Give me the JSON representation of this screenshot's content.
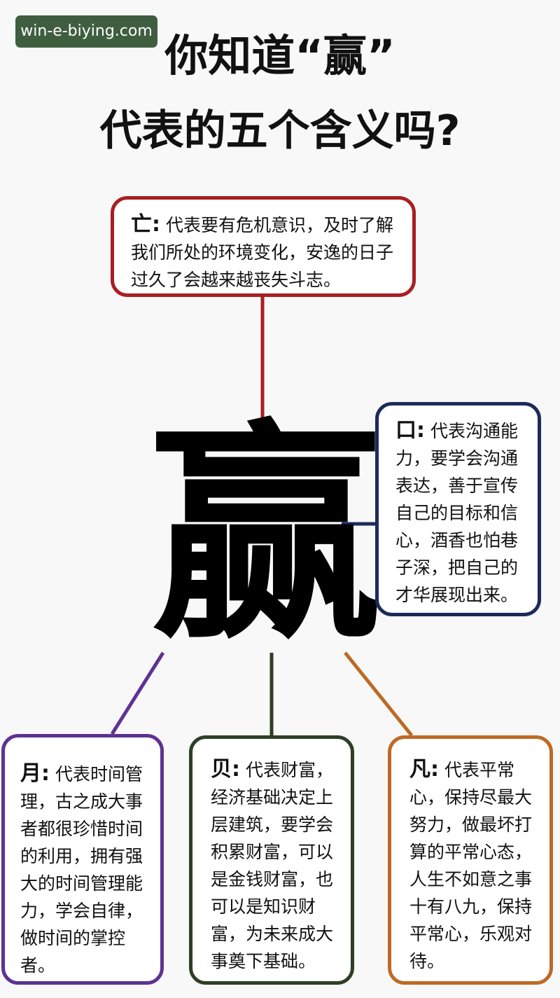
{
  "watermark": "win-e-biying.com",
  "title": {
    "line1": "你知道“赢”",
    "line2": "代表的五个含义吗?"
  },
  "center_char": "赢",
  "parts": [
    {
      "id": "wang",
      "head": "亡:",
      "text": "代表要有危机意识，及时了解我们所处的环境变化，安逸的日子过久了会越来越丧失斗志。",
      "color": "#a91f22"
    },
    {
      "id": "kou",
      "head": "口:",
      "text": "代表沟通能力，要学会沟通表达，善于宣传自己的目标和信心，酒香也怕巷子深，把自己的才华展现出来。",
      "color": "#1d2b5a"
    },
    {
      "id": "yue",
      "head": "月:",
      "text": "代表时间管理，古之成大事者都很珍惜时间的利用，拥有强大的时间管理能力，学会自律，做时间的掌控者。",
      "color": "#5e3292"
    },
    {
      "id": "bei",
      "head": "贝:",
      "text": "代表财富，经济基础决定上层建筑，要学会积累财富，可以是金钱财富，也可以是知识财富，为未来成大事奠下基础。",
      "color": "#2e3f26"
    },
    {
      "id": "fan",
      "head": "凡:",
      "text": "代表平常心，保持尽最大努力，做最坏打算的平常心态，人生不如意之事十有八九，保持平常心，乐观对待。",
      "color": "#bd6a26"
    }
  ]
}
